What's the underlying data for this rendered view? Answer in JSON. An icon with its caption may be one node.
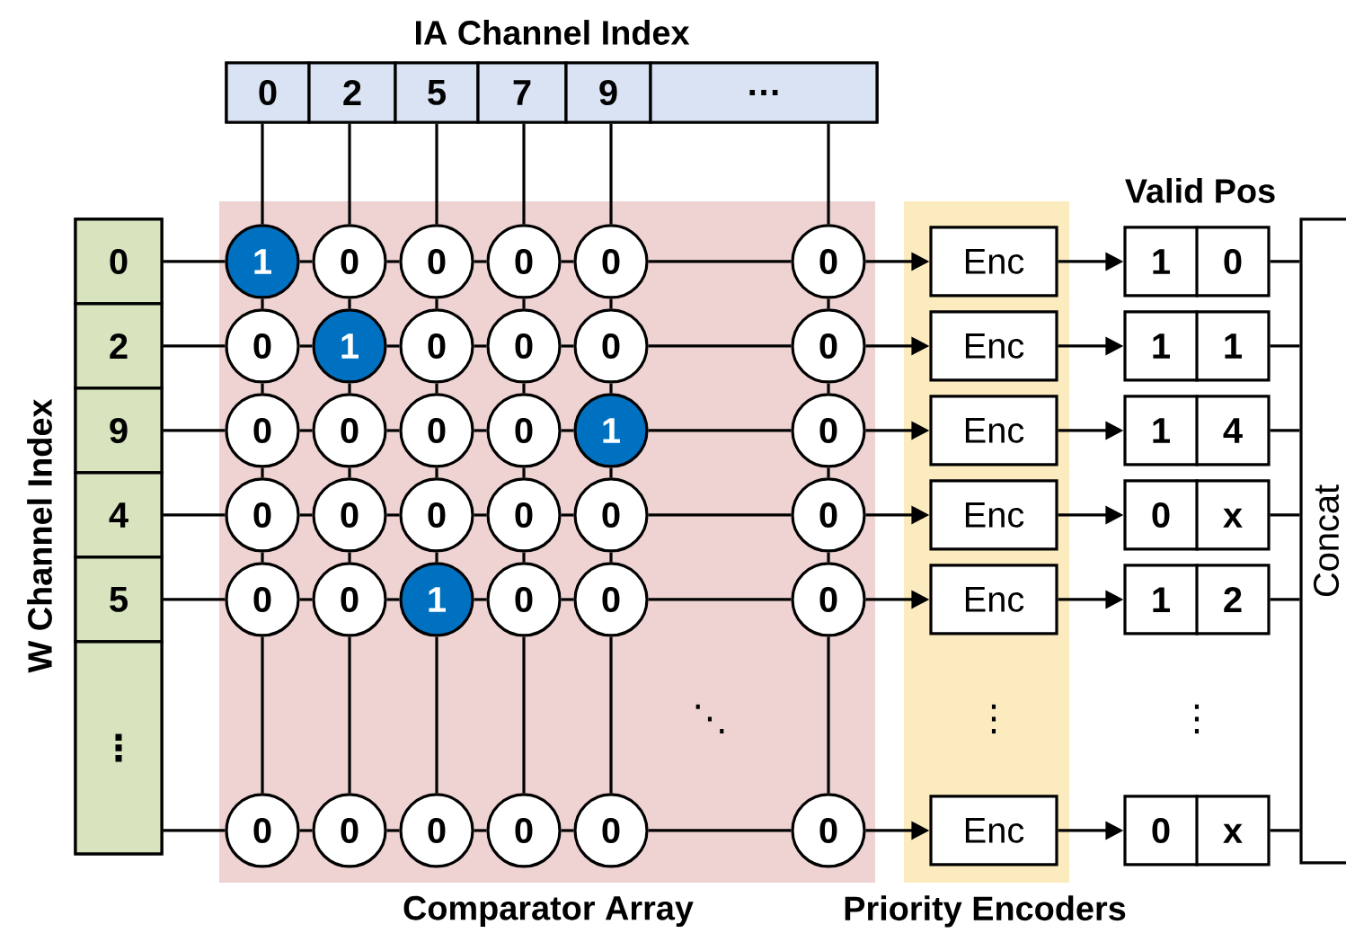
{
  "diagram": {
    "nodes": [
      {
        "text": [
          "IA Channel Index"
        ]
      },
      {
        "text": [
          "0"
        ],
        "in": 0
      },
      {
        "text": [
          "2"
        ],
        "in": 0
      },
      {
        "text": [
          "5"
        ],
        "in": 0
      },
      {
        "text": [
          "7"
        ],
        "in": 0
      },
      {
        "text": [
          "9"
        ],
        "in": 0
      },
      {
        "text": [
          "…"
        ],
        "in": 0
      },
      {
        "text": [
          "W Channel Index"
        ]
      },
      {
        "text": [
          "0"
        ],
        "in": 7
      },
      {
        "text": [
          "2"
        ],
        "in": 7
      },
      {
        "text": [
          "9"
        ],
        "in": 7
      },
      {
        "text": [
          "4"
        ],
        "in": 7
      },
      {
        "text": [
          "5"
        ],
        "in": 7
      },
      {
        "text": [
          "⋮"
        ],
        "in": 7
      },
      {
        "text": [
          "Comparator Array"
        ]
      },
      {
        "text": [
          "1"
        ],
        "in": 14
      },
      {
        "text": [
          "0"
        ],
        "in": 14
      },
      {
        "text": [
          "0"
        ],
        "in": 14
      },
      {
        "text": [
          "0"
        ],
        "in": 14
      },
      {
        "text": [
          "0"
        ],
        "in": 14
      },
      {
        "text": [
          "0"
        ],
        "in": 14
      },
      {
        "text": [
          "0"
        ],
        "in": 14
      },
      {
        "text": [
          "1"
        ],
        "in": 14
      },
      {
        "text": [
          "0"
        ],
        "in": 14
      },
      {
        "text": [
          "0"
        ],
        "in": 14
      },
      {
        "text": [
          "0"
        ],
        "in": 14
      },
      {
        "text": [
          "0"
        ],
        "in": 14
      },
      {
        "text": [
          "0"
        ],
        "in": 14
      },
      {
        "text": [
          "0"
        ],
        "in": 14
      },
      {
        "text": [
          "0"
        ],
        "in": 14
      },
      {
        "text": [
          "0"
        ],
        "in": 14
      },
      {
        "text": [
          "1"
        ],
        "in": 14
      },
      {
        "text": [
          "0"
        ],
        "in": 14
      },
      {
        "text": [
          "0"
        ],
        "in": 14
      },
      {
        "text": [
          "0"
        ],
        "in": 14
      },
      {
        "text": [
          "0"
        ],
        "in": 14
      },
      {
        "text": [
          "0"
        ],
        "in": 14
      },
      {
        "text": [
          "0"
        ],
        "in": 14
      },
      {
        "text": [
          "0"
        ],
        "in": 14
      },
      {
        "text": [
          "0"
        ],
        "in": 14
      },
      {
        "text": [
          "0"
        ],
        "in": 14
      },
      {
        "text": [
          "1"
        ],
        "in": 14
      },
      {
        "text": [
          "0"
        ],
        "in": 14
      },
      {
        "text": [
          "0"
        ],
        "in": 14
      },
      {
        "text": [
          "0"
        ],
        "in": 14
      },
      {
        "text": [
          "0"
        ],
        "in": 14
      },
      {
        "text": [
          "0"
        ],
        "in": 14
      },
      {
        "text": [
          "0"
        ],
        "in": 14
      },
      {
        "text": [
          "0"
        ],
        "in": 14
      },
      {
        "text": [
          "0"
        ],
        "in": 14
      },
      {
        "text": [
          "0"
        ],
        "in": 14
      },
      {
        "text": [
          "Priority Encoders"
        ]
      },
      {
        "text": [
          "Enc"
        ],
        "in": 51
      },
      {
        "text": [
          "Enc"
        ],
        "in": 51
      },
      {
        "text": [
          "Enc"
        ],
        "in": 51
      },
      {
        "text": [
          "Enc"
        ],
        "in": 51
      },
      {
        "text": [
          "Enc"
        ],
        "in": 51
      },
      {
        "text": [
          "Enc"
        ],
        "in": 51
      },
      {
        "text": [
          "1",
          "0"
        ]
      },
      {
        "text": [
          "1",
          "1"
        ]
      },
      {
        "text": [
          "1",
          "4"
        ]
      },
      {
        "text": [
          "0",
          "x"
        ]
      },
      {
        "text": [
          "1",
          "2"
        ]
      },
      {
        "text": [
          "0",
          "x"
        ]
      },
      {
        "text": [
          "Concat"
        ]
      }
    ],
    "edges": [
      {
        "from": 8,
        "to": 15,
        "arrow": "none"
      },
      {
        "from": 15,
        "to": 16,
        "arrow": "none"
      },
      {
        "from": 16,
        "to": 17,
        "arrow": "none"
      },
      {
        "from": 17,
        "to": 18,
        "arrow": "none"
      },
      {
        "from": 18,
        "to": 19,
        "arrow": "none"
      },
      {
        "from": 19,
        "to": 20,
        "arrow": "none"
      },
      {
        "from": 20,
        "to": 52,
        "arrow": "to"
      },
      {
        "from": 52,
        "to": 58,
        "arrow": "to"
      },
      {
        "from": 58,
        "to": 64,
        "arrow": "none"
      },
      {
        "from": 9,
        "to": 21,
        "arrow": "none"
      },
      {
        "from": 21,
        "to": 22,
        "arrow": "none"
      },
      {
        "from": 22,
        "to": 23,
        "arrow": "none"
      },
      {
        "from": 23,
        "to": 24,
        "arrow": "none"
      },
      {
        "from": 24,
        "to": 25,
        "arrow": "none"
      },
      {
        "from": 25,
        "to": 26,
        "arrow": "none"
      },
      {
        "from": 26,
        "to": 53,
        "arrow": "to"
      },
      {
        "from": 53,
        "to": 59,
        "arrow": "to"
      },
      {
        "from": 59,
        "to": 64,
        "arrow": "none"
      },
      {
        "from": 10,
        "to": 27,
        "arrow": "none"
      },
      {
        "from": 27,
        "to": 28,
        "arrow": "none"
      },
      {
        "from": 28,
        "to": 29,
        "arrow": "none"
      },
      {
        "from": 29,
        "to": 30,
        "arrow": "none"
      },
      {
        "from": 30,
        "to": 31,
        "arrow": "none"
      },
      {
        "from": 31,
        "to": 32,
        "arrow": "none"
      },
      {
        "from": 32,
        "to": 54,
        "arrow": "to"
      },
      {
        "from": 54,
        "to": 60,
        "arrow": "to"
      },
      {
        "from": 60,
        "to": 64,
        "arrow": "none"
      },
      {
        "from": 11,
        "to": 33,
        "arrow": "none"
      },
      {
        "from": 33,
        "to": 34,
        "arrow": "none"
      },
      {
        "from": 34,
        "to": 35,
        "arrow": "none"
      },
      {
        "from": 35,
        "to": 36,
        "arrow": "none"
      },
      {
        "from": 36,
        "to": 37,
        "arrow": "none"
      },
      {
        "from": 37,
        "to": 38,
        "arrow": "none"
      },
      {
        "from": 38,
        "to": 55,
        "arrow": "to"
      },
      {
        "from": 55,
        "to": 61,
        "arrow": "to"
      },
      {
        "from": 61,
        "to": 64,
        "arrow": "none"
      },
      {
        "from": 12,
        "to": 39,
        "arrow": "none"
      },
      {
        "from": 39,
        "to": 40,
        "arrow": "none"
      },
      {
        "from": 40,
        "to": 41,
        "arrow": "none"
      },
      {
        "from": 41,
        "to": 42,
        "arrow": "none"
      },
      {
        "from": 42,
        "to": 43,
        "arrow": "none"
      },
      {
        "from": 43,
        "to": 44,
        "arrow": "none"
      },
      {
        "from": 44,
        "to": 56,
        "arrow": "to"
      },
      {
        "from": 56,
        "to": 62,
        "arrow": "to"
      },
      {
        "from": 62,
        "to": 64,
        "arrow": "none"
      },
      {
        "from": 13,
        "to": 45,
        "arrow": "none"
      },
      {
        "from": 45,
        "to": 46,
        "arrow": "none"
      },
      {
        "from": 46,
        "to": 47,
        "arrow": "none"
      },
      {
        "from": 47,
        "to": 48,
        "arrow": "none"
      },
      {
        "from": 48,
        "to": 49,
        "arrow": "none"
      },
      {
        "from": 49,
        "to": 50,
        "arrow": "none"
      },
      {
        "from": 50,
        "to": 57,
        "arrow": "to"
      },
      {
        "from": 57,
        "to": 63,
        "arrow": "to"
      },
      {
        "from": 63,
        "to": 64,
        "arrow": "none"
      },
      {
        "from": 1,
        "to": 15,
        "arrow": "none"
      },
      {
        "from": 15,
        "to": 21,
        "arrow": "none"
      },
      {
        "from": 21,
        "to": 27,
        "arrow": "none"
      },
      {
        "from": 27,
        "to": 33,
        "arrow": "none"
      },
      {
        "from": 33,
        "to": 39,
        "arrow": "none"
      },
      {
        "from": 39,
        "to": 45,
        "arrow": "none"
      },
      {
        "from": 2,
        "to": 16,
        "arrow": "none"
      },
      {
        "from": 16,
        "to": 22,
        "arrow": "none"
      },
      {
        "from": 22,
        "to": 28,
        "arrow": "none"
      },
      {
        "from": 28,
        "to": 34,
        "arrow": "none"
      },
      {
        "from": 34,
        "to": 40,
        "arrow": "none"
      },
      {
        "from": 40,
        "to": 46,
        "arrow": "none"
      },
      {
        "from": 3,
        "to": 17,
        "arrow": "none"
      },
      {
        "from": 17,
        "to": 23,
        "arrow": "none"
      },
      {
        "from": 23,
        "to": 29,
        "arrow": "none"
      },
      {
        "from": 29,
        "to": 35,
        "arrow": "none"
      },
      {
        "from": 35,
        "to": 41,
        "arrow": "none"
      },
      {
        "from": 41,
        "to": 47,
        "arrow": "none"
      },
      {
        "from": 4,
        "to": 18,
        "arrow": "none"
      },
      {
        "from": 18,
        "to": 24,
        "arrow": "none"
      },
      {
        "from": 24,
        "to": 30,
        "arrow": "none"
      },
      {
        "from": 30,
        "to": 36,
        "arrow": "none"
      },
      {
        "from": 36,
        "to": 42,
        "arrow": "none"
      },
      {
        "from": 42,
        "to": 48,
        "arrow": "none"
      },
      {
        "from": 5,
        "to": 19,
        "arrow": "none"
      },
      {
        "from": 19,
        "to": 25,
        "arrow": "none"
      },
      {
        "from": 25,
        "to": 31,
        "arrow": "none"
      },
      {
        "from": 31,
        "to": 37,
        "arrow": "none"
      },
      {
        "from": 37,
        "to": 43,
        "arrow": "none"
      },
      {
        "from": 43,
        "to": 49,
        "arrow": "none"
      },
      {
        "from": 6,
        "to": 20,
        "arrow": "none"
      },
      {
        "from": 20,
        "to": 26,
        "arrow": "none"
      },
      {
        "from": 26,
        "to": 32,
        "arrow": "none"
      },
      {
        "from": 32,
        "to": 38,
        "arrow": "none"
      },
      {
        "from": 38,
        "to": 44,
        "arrow": "none"
      },
      {
        "from": 44,
        "to": 50,
        "arrow": "none"
      }
    ],
    "labels": [
      "Valid Pos",
      "⋱",
      "⋮",
      "⋮"
    ]
  }
}
